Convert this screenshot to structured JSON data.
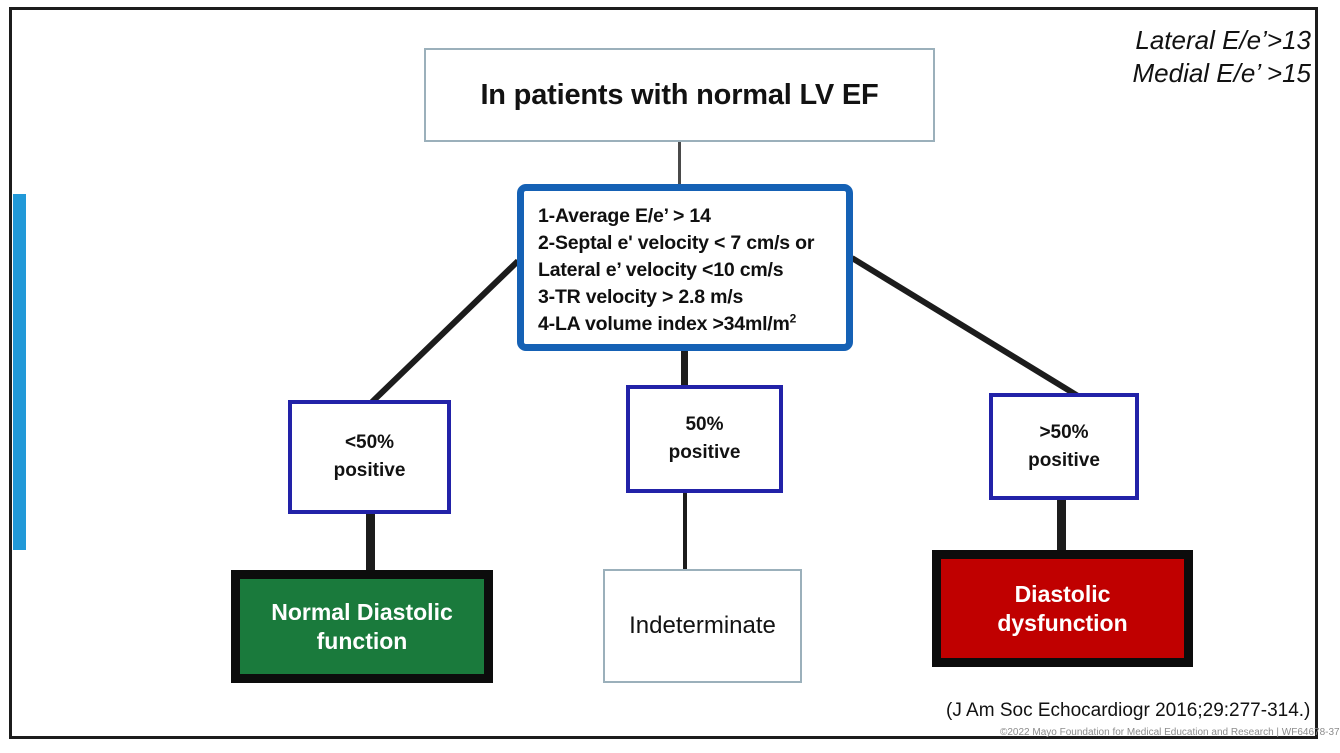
{
  "slide": {
    "header": {
      "title": "In patients with normal LV EF"
    },
    "corner_note": {
      "line1": "Lateral E/e’>13",
      "line2": "Medial E/e’ >15"
    },
    "criteria_box": {
      "items": [
        "1-Average E/e’ > 14",
        "2-Septal e' velocity < 7 cm/s or",
        "Lateral e’ velocity <10 cm/s",
        "3-TR velocity > 2.8 m/s",
        "4-LA volume index >34ml/m"
      ],
      "superscript": "2"
    },
    "decision_boxes": [
      {
        "id": "left",
        "value": "<50%",
        "label": "positive"
      },
      {
        "id": "mid",
        "value": "50%",
        "label": "positive"
      },
      {
        "id": "right",
        "value": ">50%",
        "label": "positive"
      }
    ],
    "outcomes": [
      {
        "id": "normal",
        "line1": "Normal Diastolic",
        "line2": "function",
        "color": "#1a7a3c"
      },
      {
        "id": "indeterminate",
        "line1": "Indeterminate",
        "line2": "",
        "color": "#ffffff"
      },
      {
        "id": "dysfunction",
        "line1": "Diastolic",
        "line2": "dysfunction",
        "color": "#c00000"
      }
    ],
    "citation": "(J Am Soc Echocardiogr 2016;29:277-314.)",
    "copyright": "©2022 Mayo Foundation for Medical Education and Research  |  WF64678-37"
  },
  "colors": {
    "accent_bar": "#2199d8",
    "criteria_border": "#1561b5",
    "decision_border": "#2222a8",
    "normal_green": "#1a7a3c",
    "dysfunction_red": "#c00000",
    "connector": "#1c1c1c"
  }
}
